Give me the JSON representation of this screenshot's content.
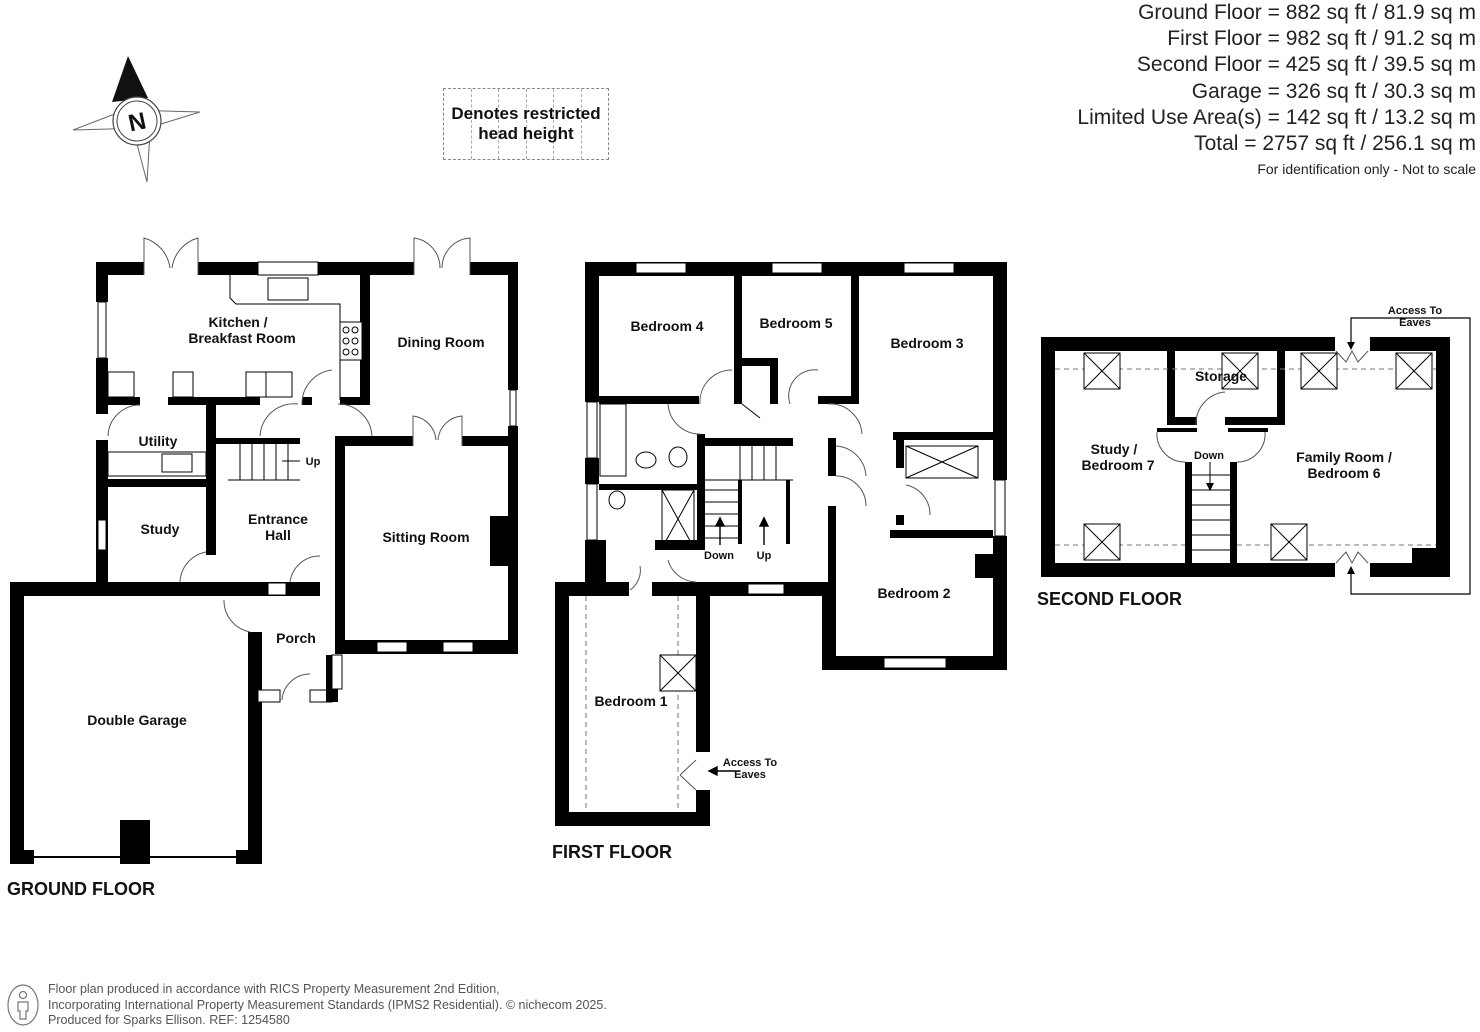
{
  "areas": {
    "rows": [
      "Ground Floor = 882 sq ft / 81.9 sq m",
      "First Floor = 982 sq ft / 91.2 sq m",
      "Second Floor = 425 sq ft / 39.5 sq m",
      "Garage = 326 sq ft / 30.3 sq m",
      "Limited Use Area(s) = 142 sq ft / 13.2 sq m",
      "Total = 2757 sq ft / 256.1 sq m"
    ],
    "note": "For identification only - Not to scale"
  },
  "compass": {
    "label": "N",
    "icon": "north-arrow-icon"
  },
  "legend": {
    "line1": "Denotes restricted",
    "line2": "head height"
  },
  "ground_floor": {
    "title": "GROUND FLOOR",
    "rooms": {
      "kitchen_1": "Kitchen /",
      "kitchen_2": "Breakfast Room",
      "dining": "Dining Room",
      "utility": "Utility",
      "study": "Study",
      "hall_1": "Entrance",
      "hall_2": "Hall",
      "sitting": "Sitting Room",
      "porch": "Porch",
      "garage": "Double Garage",
      "stairs_up": "Up"
    }
  },
  "first_floor": {
    "title": "FIRST FLOOR",
    "rooms": {
      "bed4": "Bedroom 4",
      "bed5": "Bedroom 5",
      "bed3": "Bedroom 3",
      "bed2": "Bedroom 2",
      "bed1": "Bedroom 1",
      "down": "Down",
      "up": "Up",
      "eaves_1": "Access To",
      "eaves_2": "Eaves"
    }
  },
  "second_floor": {
    "title": "SECOND FLOOR",
    "rooms": {
      "study7_1": "Study /",
      "study7_2": "Bedroom 7",
      "storage": "Storage",
      "family_1": "Family Room /",
      "family_2": "Bedroom 6",
      "down": "Down",
      "eaves_1": "Access To",
      "eaves_2": "Eaves"
    }
  },
  "footer": {
    "line1": "Floor plan produced in accordance with RICS Property Measurement 2nd Edition,",
    "line2": "Incorporating International Property Measurement Standards (IPMS2 Residential).   © nichecom 2025.",
    "line3": "Produced for Sparks Ellison.   REF: 1254580"
  }
}
